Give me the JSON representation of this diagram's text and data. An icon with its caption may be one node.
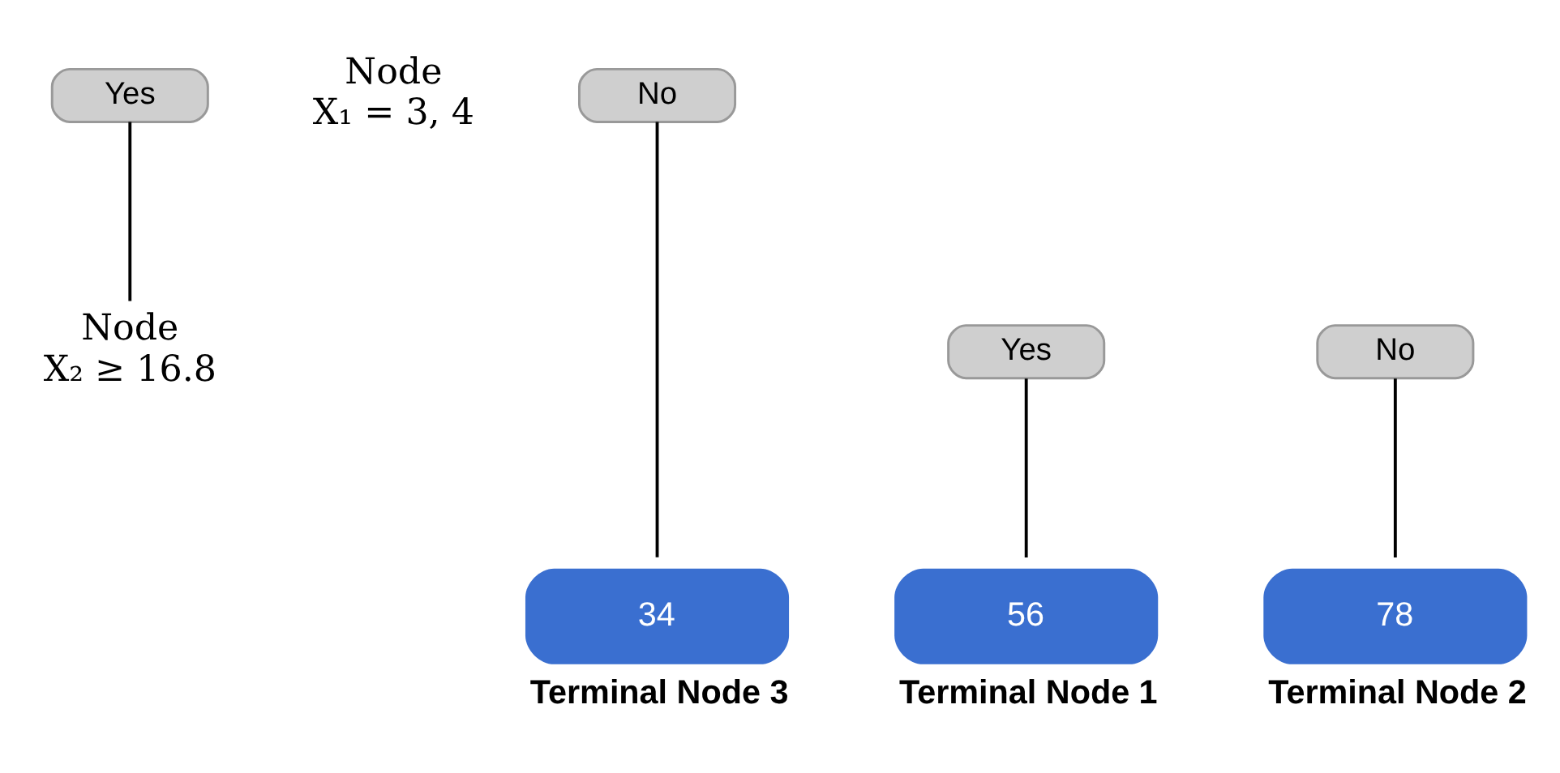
{
  "diagram": {
    "nodes": [
      {
        "text": [
          "Node",
          "X₁ = 3, 4"
        ]
      },
      {
        "text": [
          "Yes"
        ]
      },
      {
        "text": [
          "No"
        ]
      },
      {
        "text": [
          "Node",
          "X₂ ≥ 16.8"
        ]
      },
      {
        "text": [
          "Yes"
        ]
      },
      {
        "text": [
          "No"
        ]
      },
      {
        "text": [
          "56"
        ],
        "beside": [
          "Terminal Node 1"
        ]
      },
      {
        "text": [
          "78"
        ],
        "beside": [
          "Terminal Node 2"
        ]
      },
      {
        "text": [
          "34"
        ],
        "beside": [
          "Terminal Node 3"
        ]
      }
    ],
    "edges": [
      {
        "from": 1,
        "to": 3,
        "arrow": "none"
      },
      {
        "from": 2,
        "to": 8,
        "arrow": "none"
      },
      {
        "from": 4,
        "to": 6,
        "arrow": "none"
      },
      {
        "from": 5,
        "to": 7,
        "arrow": "none"
      }
    ]
  }
}
